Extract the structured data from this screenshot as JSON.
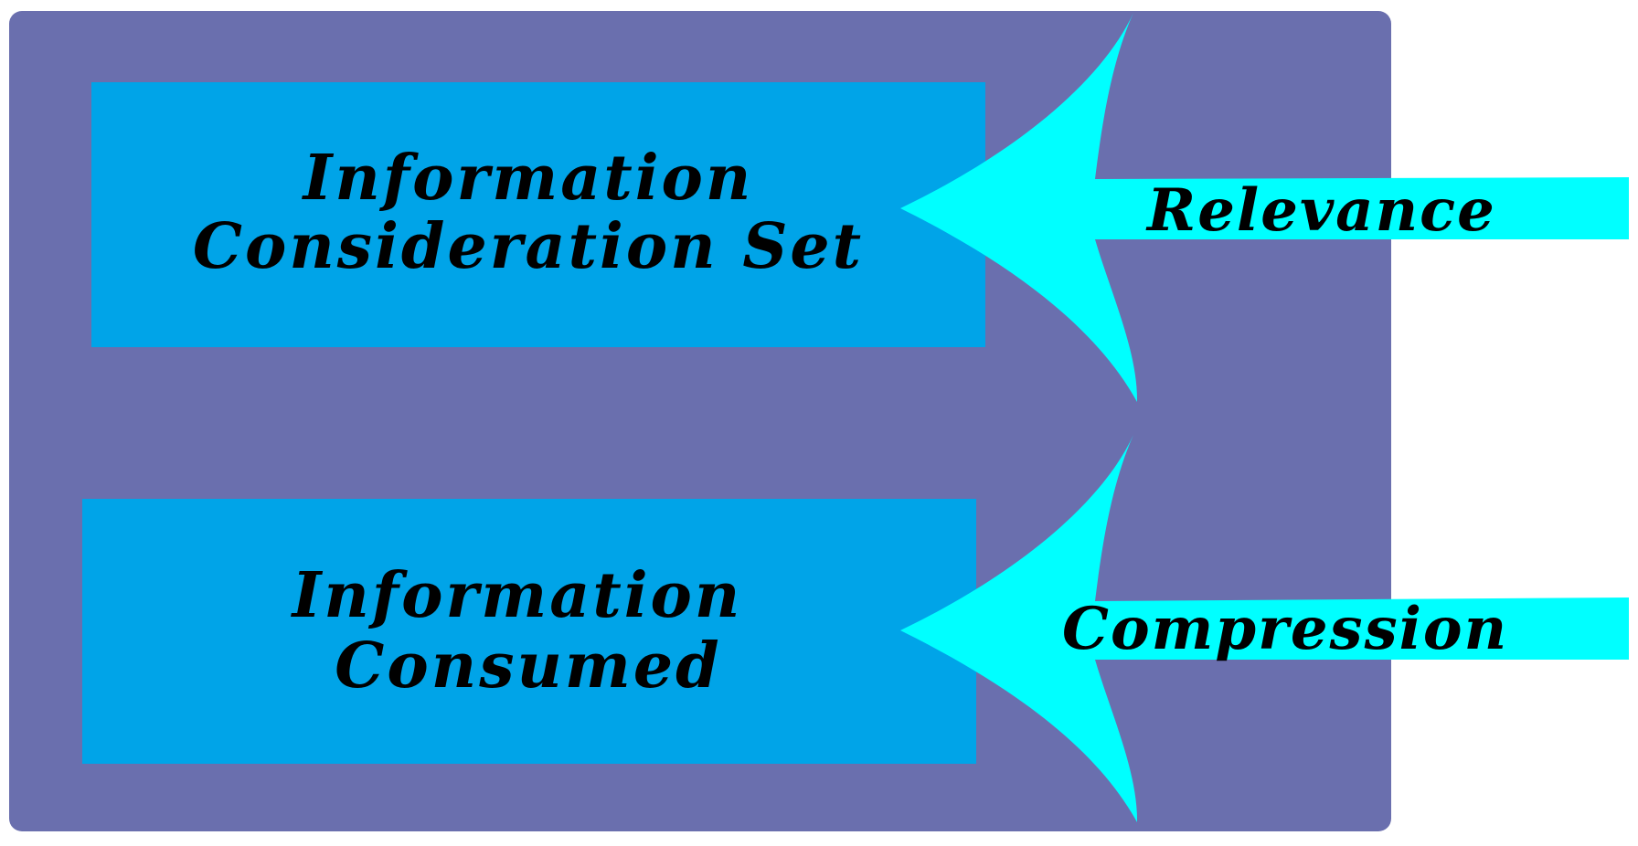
{
  "colors": {
    "background": "#ffffff",
    "container": "#6a6fae",
    "box_fill": "#00a4e8",
    "arrow_fill": "#00ffff",
    "text": "#000000"
  },
  "top_box": {
    "line1": "Information",
    "line2": "Consideration Set"
  },
  "bottom_box": {
    "line1": "Information",
    "line2": "Consumed"
  },
  "arrows": {
    "top_label": "Relevance",
    "bottom_label": "Compression"
  }
}
